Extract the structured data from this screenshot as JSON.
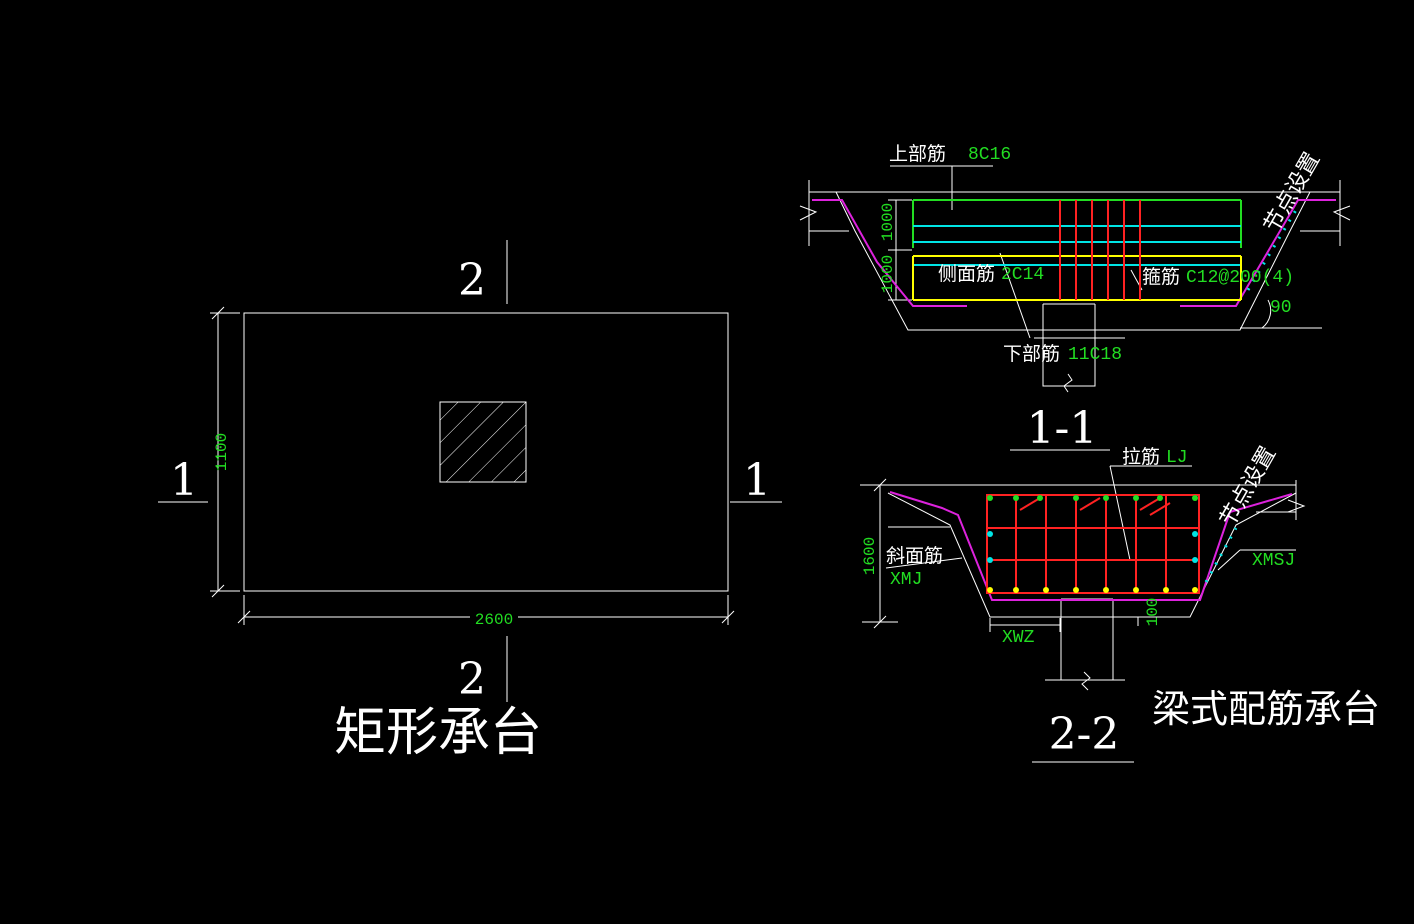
{
  "plan": {
    "section_1_left": "1",
    "section_1_right": "1",
    "section_2_top": "2",
    "section_2_bottom": "2",
    "dim_height": "1100",
    "dim_width": "2600",
    "title": "矩形承台"
  },
  "section_1_1": {
    "label": "1-1",
    "top_rebar_label": "上部筋",
    "top_rebar_value": "8C16",
    "side_rebar_label": "侧面筋",
    "side_rebar_value": "2C14",
    "stirrup_label": "箍筋",
    "stirrup_value": "C12@200(4)",
    "bottom_rebar_label": "下部筋",
    "bottom_rebar_value": "11C18",
    "node_setting": "节点设置",
    "angle": "90",
    "dim_upper": "1000",
    "dim_lower": "1000"
  },
  "section_2_2": {
    "label": "2-2",
    "tie_label": "拉筋",
    "tie_value": "LJ",
    "slope_label": "斜面筋",
    "slope_value": "XMJ",
    "node_setting": "节点设置",
    "xmsj": "XMSJ",
    "xwz": "XWZ",
    "dim_height": "1600",
    "dim_100": "100",
    "title": "梁式配筋承台"
  },
  "colors": {
    "background": "#000000",
    "line": "#ffffff",
    "dimension_text": "#22dd22",
    "rebar_top": "#22dd22",
    "rebar_mid": "#00e5e5",
    "rebar_bottom": "#ffff00",
    "stirrup": "#ff2222",
    "slope": "#dd22dd"
  }
}
